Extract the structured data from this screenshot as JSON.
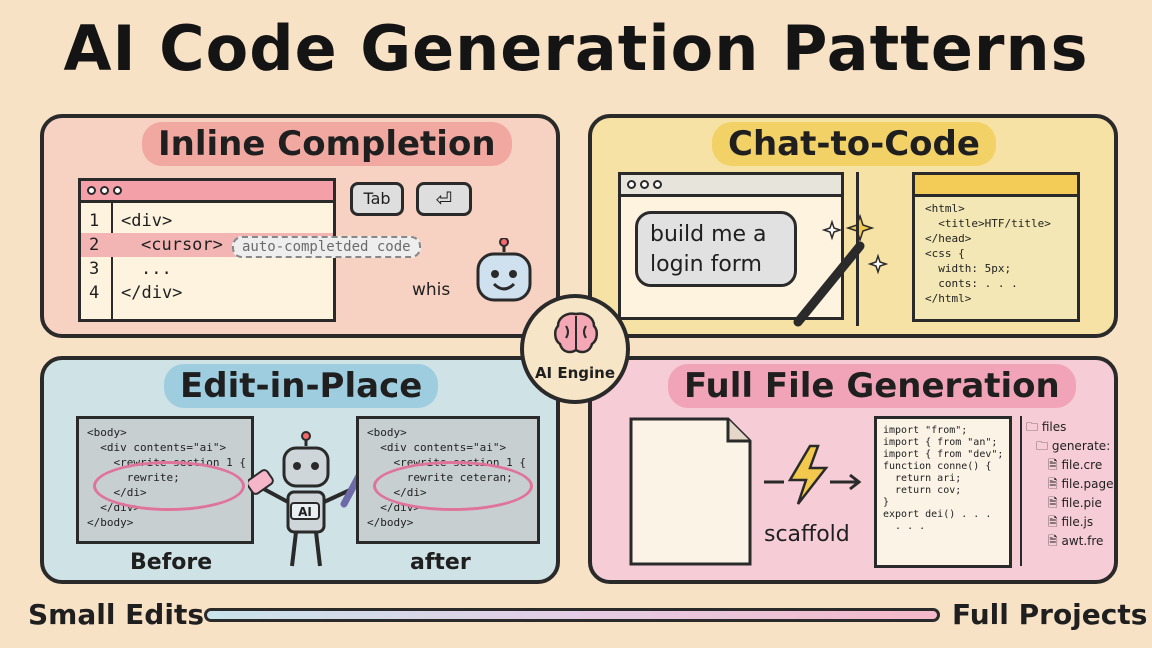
{
  "title": "AI Code Generation Patterns",
  "center": {
    "label": "AI Engine",
    "icon": "brain-icon"
  },
  "panels": {
    "inline": {
      "title": "Inline Completion",
      "lines": [
        {
          "num": "1",
          "code": "<div>"
        },
        {
          "num": "2",
          "code": "<cursor>"
        },
        {
          "num": "3",
          "code": "..."
        },
        {
          "num": "4",
          "code": "</div>"
        }
      ],
      "ghost": "auto-completded code",
      "key_tab": "Tab",
      "key_enter": "⏎",
      "robot_text": "whis"
    },
    "chat": {
      "title": "Chat-to-Code",
      "prompt": "build me a login form",
      "code": [
        "<html>",
        "  <title>HTF/title>",
        "</head>",
        "",
        "<css {",
        "  width: 5px;",
        "  conts: . . .",
        "</html>"
      ]
    },
    "edit": {
      "title": "Edit-in-Place",
      "before_code": [
        "<body>",
        "  <div contents=\"ai\">",
        "    <rewrite section 1 {",
        "      rewrite;",
        "    </di>",
        "  </div>",
        "</body>"
      ],
      "after_code": [
        "<body>",
        "  <div contents=\"ai\">",
        "    <rewrite section 1 {",
        "      rewrite ceteran;",
        "    </di>",
        "  </div>",
        "</body>"
      ],
      "before_label": "Before",
      "after_label": "after",
      "robot_badge": "AI"
    },
    "full": {
      "title": "Full File Generation",
      "scaffold": "scaffold",
      "code": [
        "import \"from\";",
        "import { from \"an\";",
        "import { from \"dev\";",
        "",
        "function conne() {",
        "  return ari;",
        "  return cov;",
        "}",
        "",
        "export dei() . . .",
        "  . . ."
      ],
      "tree_root": "files",
      "tree_folder": "generate:",
      "tree_files": [
        "file.cre",
        "file.page",
        "file.pie",
        "file.js",
        "awt.fre"
      ]
    }
  },
  "footer": {
    "left": "Small Edits",
    "right": "Full Projects"
  },
  "colors": {
    "background": "#f8e2c6",
    "inline": "#f7d1c2",
    "chat": "#f6e2a5",
    "edit": "#cfe3e7",
    "full": "#f6cdd6"
  }
}
